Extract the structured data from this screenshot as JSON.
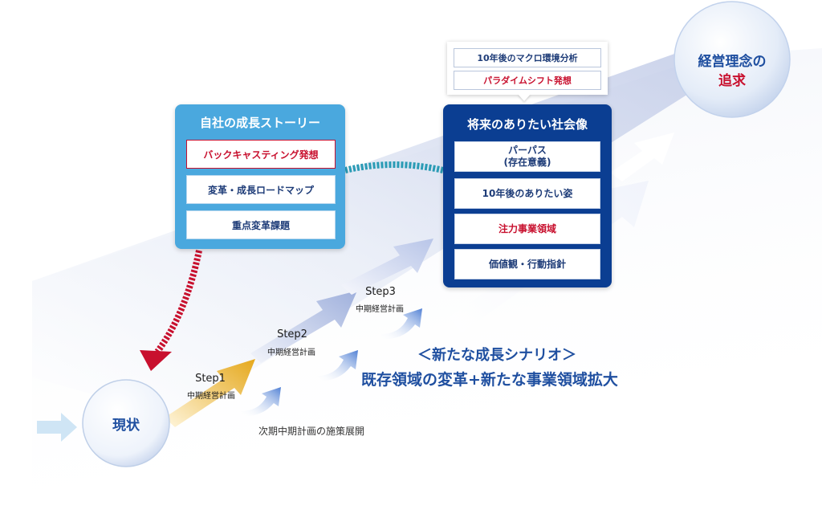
{
  "colors": {
    "navy": "#0b3e92",
    "sky": "#4aa8de",
    "red": "#c8102e",
    "text_blue": "#1f4fa0",
    "step1_gold": "#e7ad2a"
  },
  "current_state": {
    "label": "現状"
  },
  "goal": {
    "line1": "経営理念の",
    "line2": "追求"
  },
  "story": {
    "title": "自社の成長ストーリー",
    "items": [
      {
        "label": "バックキャスティング発想",
        "highlight": true
      },
      {
        "label": "変革・成長ロードマップ",
        "highlight": false
      },
      {
        "label": "重点変革課題",
        "highlight": false
      }
    ]
  },
  "society": {
    "title": "将来のありたい社会像",
    "items": [
      {
        "line1": "パーパス",
        "line2": "(存在意義)",
        "highlight": false
      },
      {
        "line1": "10年後のありたい姿",
        "line2": "",
        "highlight": false
      },
      {
        "line1": "注力事業領域",
        "line2": "",
        "highlight": true
      },
      {
        "line1": "価値観・行動指針",
        "line2": "",
        "highlight": false
      }
    ],
    "callout": [
      {
        "label": "10年後のマクロ環境分析",
        "highlight": false
      },
      {
        "label": "パラダイムシフト発想",
        "highlight": true
      }
    ]
  },
  "steps": [
    {
      "name": "Step1",
      "sub": "中期経営計画"
    },
    {
      "name": "Step2",
      "sub": "中期経営計画"
    },
    {
      "name": "Step3",
      "sub": "中期経営計画"
    }
  ],
  "scenario": {
    "line1": "＜新たな成長シナリオ＞",
    "line2": "既存領域の変革+新たな事業領域拡大"
  },
  "next_plan_label": "次期中期計画の施策展開"
}
